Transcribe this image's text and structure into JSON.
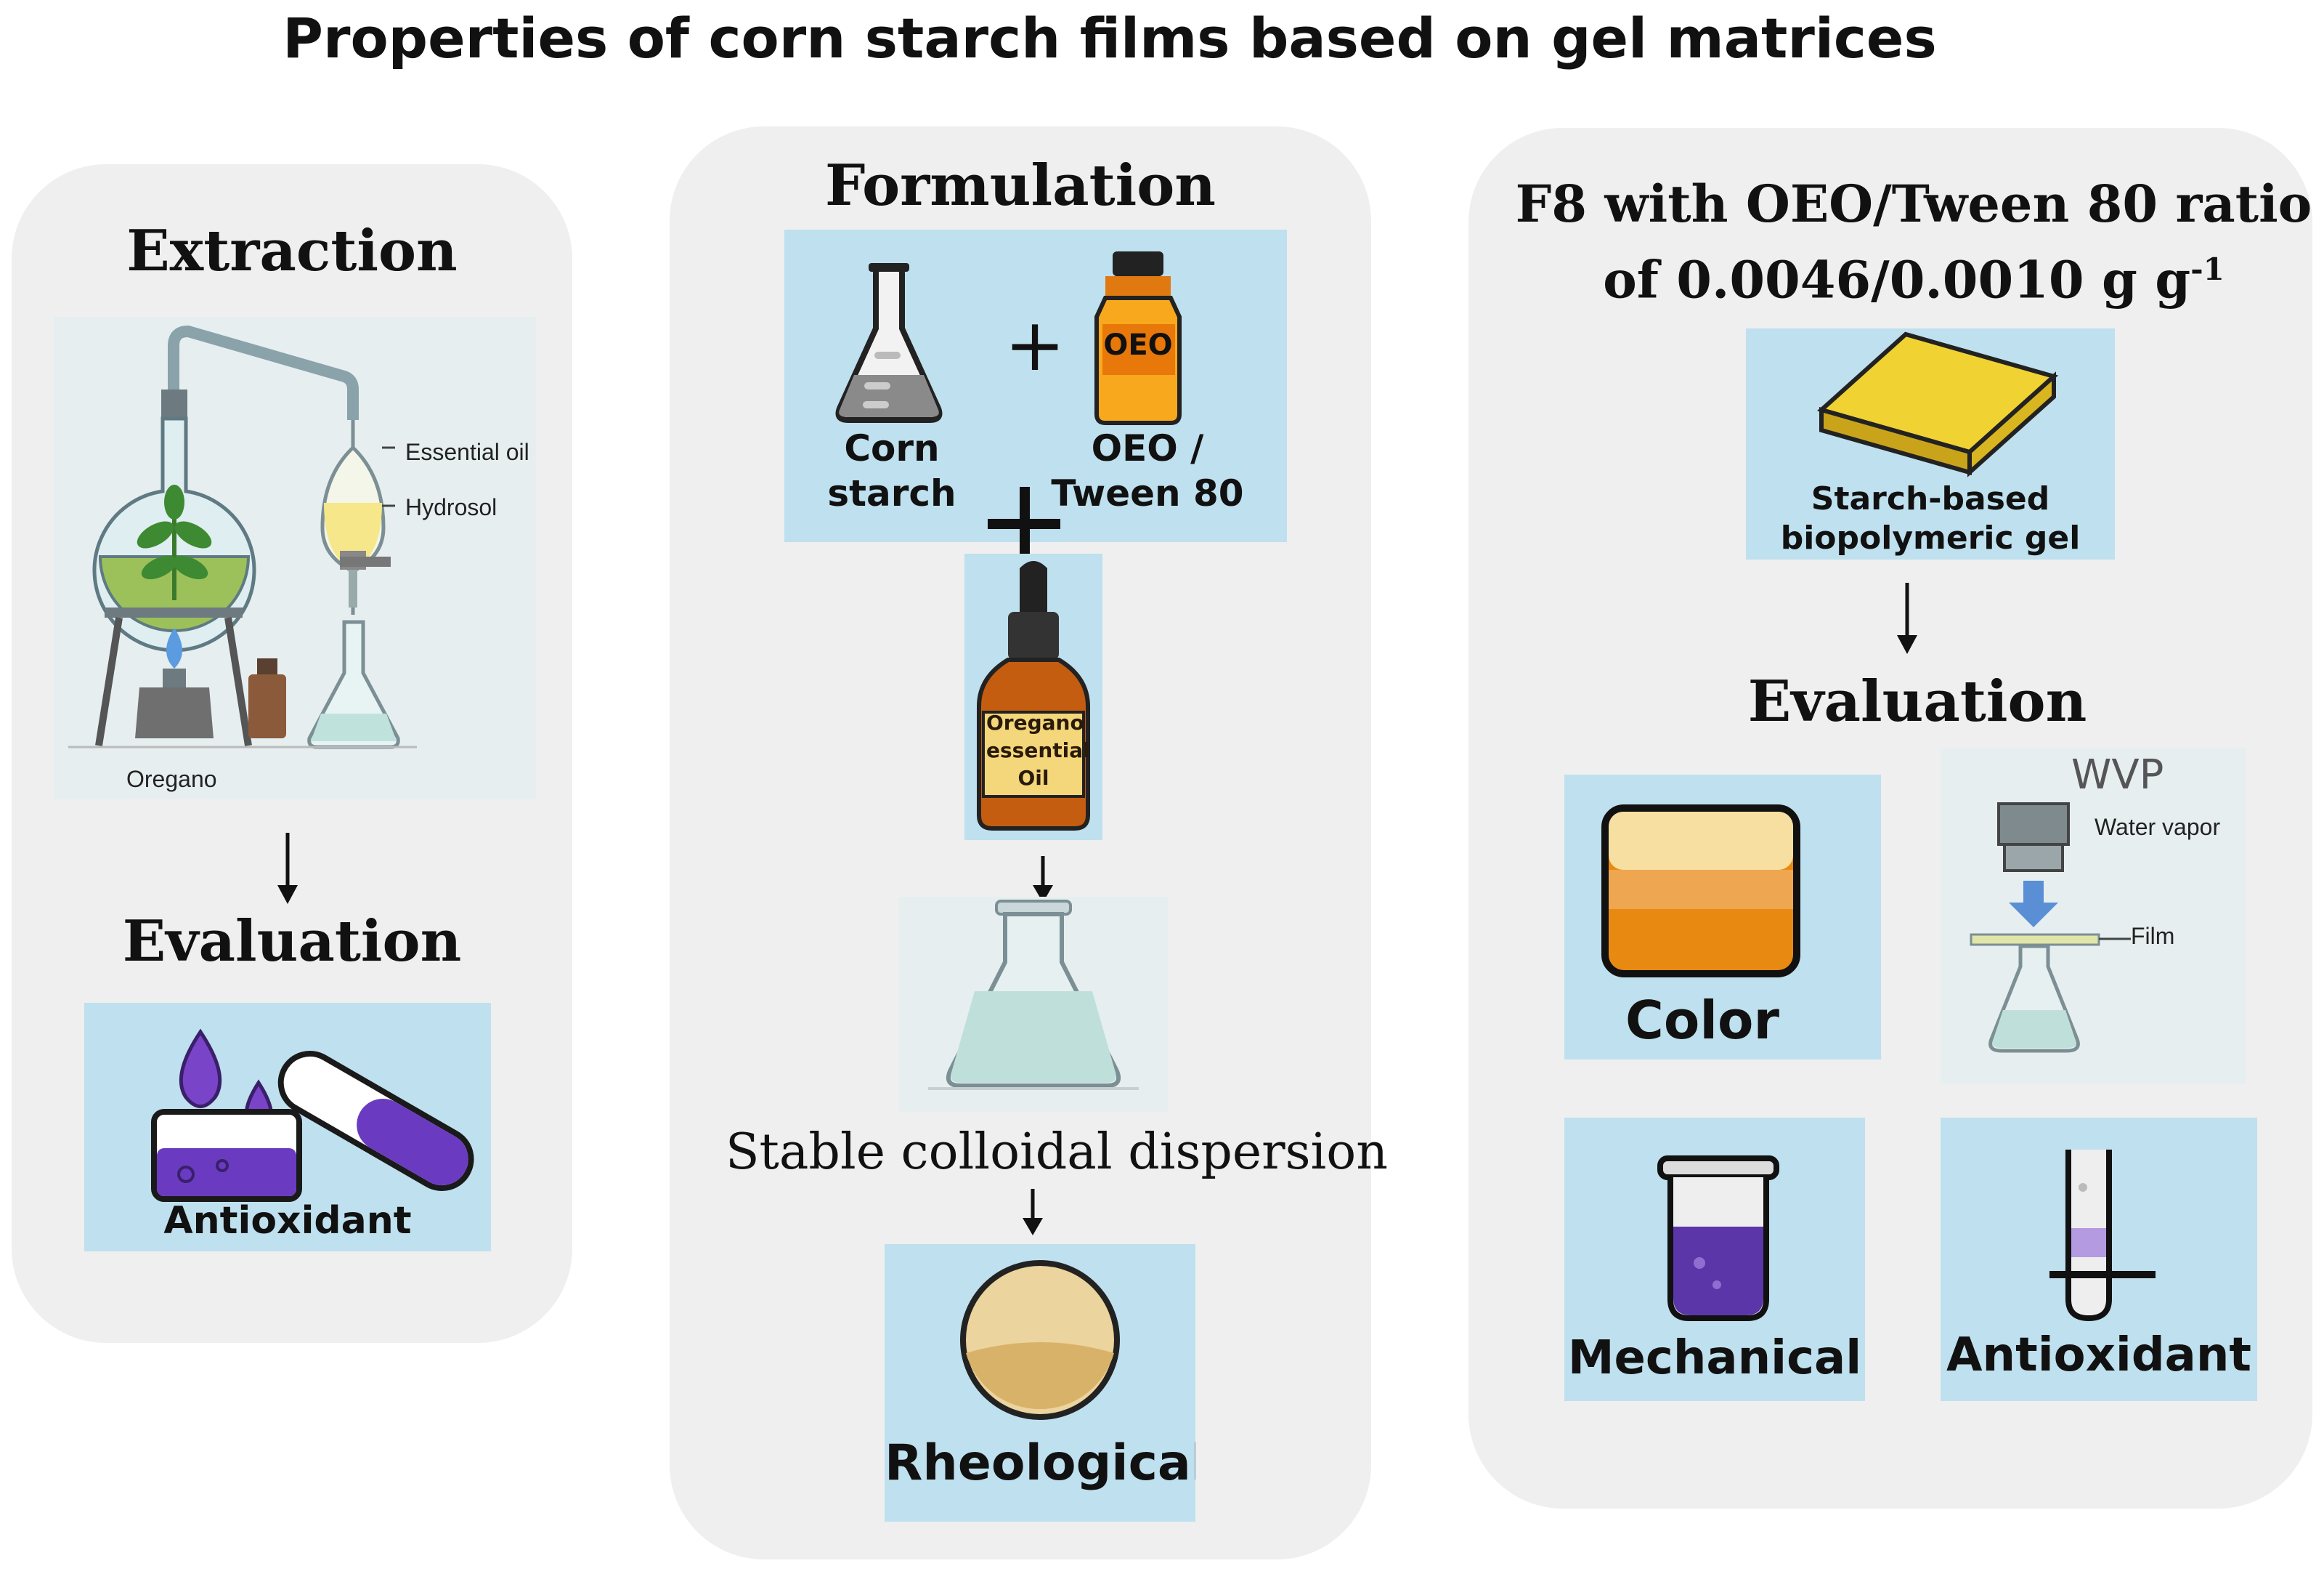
{
  "title": "Properties of corn starch films based on gel matrices",
  "left_panel": {
    "heading": "Extraction",
    "extraction_labels": {
      "essential_oil": "Essential oil",
      "hydrosol": "Hydrosol",
      "plant": "Oregano"
    },
    "evaluation_heading": "Evaluation",
    "antioxidant_label": "Antioxidant"
  },
  "middle_panel": {
    "heading": "Formulation",
    "corn_starch_label": "Corn starch",
    "oeo_bottle_label": "OEO",
    "oeo_tween_label": "OEO / Tween 80",
    "plus_sign": "+",
    "oregano_bottle_label": "Oregano essential Oil",
    "dispersion_label": "Stable colloidal dispersion",
    "rheological_label": "Rheological"
  },
  "right_panel": {
    "heading_line1": "F8 with OEO/Tween 80 ratio",
    "heading_line2": "of 0.0046/0.0010 g g",
    "heading_sup": "-1",
    "film_label": "Starch-based biopolymeric gel film",
    "evaluation_heading": "Evaluation",
    "color_label": "Color",
    "wvp_title": "WVP",
    "wvp_water_vapor": "Water vapor",
    "wvp_film": "Film",
    "mechanical_label": "Mechanical",
    "antioxidant_label": "Antioxidant"
  },
  "colors": {
    "panel_bg": "#efefef",
    "image_bg": "#bfe0ee",
    "purple": "#6a3bc0",
    "orange_oil": "#c45d10",
    "film_yellow": "#f0d232"
  }
}
